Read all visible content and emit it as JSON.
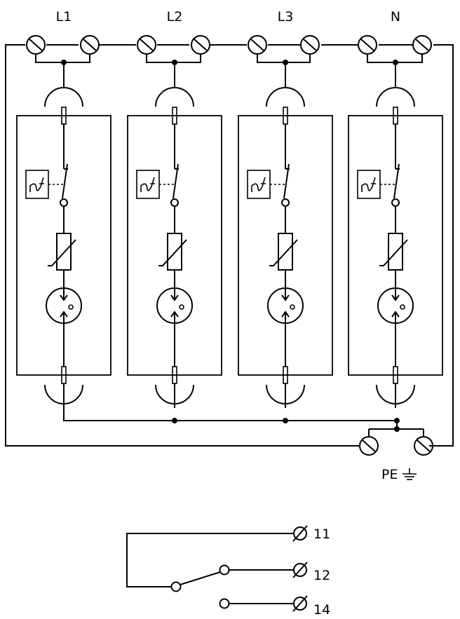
{
  "phase_labels": [
    "L1",
    "L2",
    "L3",
    "N"
  ],
  "pe_label": "PE",
  "ground_glyph": "⏚",
  "terminal_labels": [
    "11",
    "12",
    "14"
  ],
  "colors": {
    "line": "#000000",
    "background": "#ffffff"
  }
}
